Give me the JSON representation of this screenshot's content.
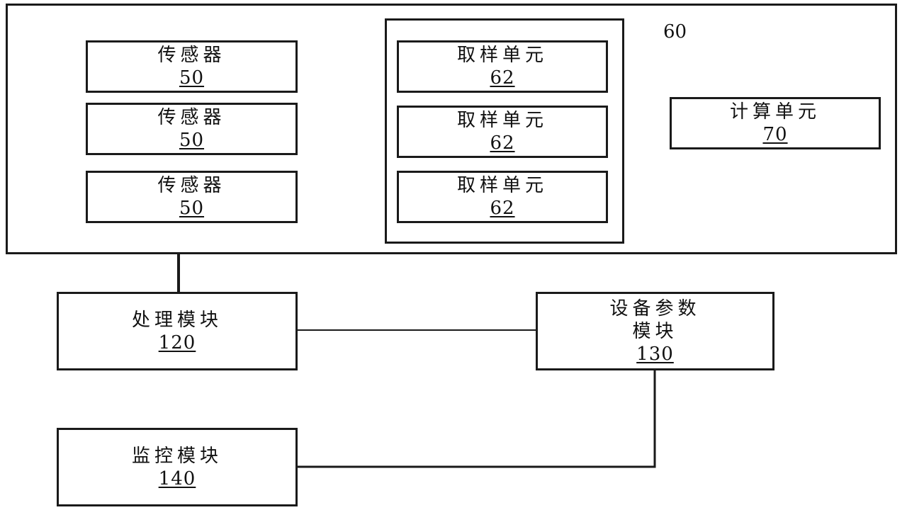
{
  "sensors": [
    {
      "label": "传感器",
      "number": "50"
    },
    {
      "label": "传感器",
      "number": "50"
    },
    {
      "label": "传感器",
      "number": "50"
    }
  ],
  "sampling_units": [
    {
      "label": "取样单元",
      "number": "62"
    },
    {
      "label": "取样单元",
      "number": "62"
    },
    {
      "label": "取样单元",
      "number": "62"
    }
  ],
  "sampling_group_ref": "60",
  "compute_unit": {
    "label": "计算单元",
    "number": "70"
  },
  "processing_module": {
    "label": "处理模块",
    "number": "120"
  },
  "device_param_module": {
    "label_line1": "设备参数",
    "label_line2": "模块",
    "number": "130"
  },
  "monitor_module": {
    "label": "监控模块",
    "number": "140"
  }
}
